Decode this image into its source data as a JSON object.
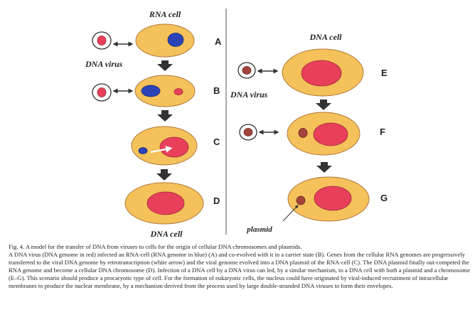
{
  "figure": {
    "labels": {
      "rna_cell": "RNA cell",
      "dna_cell_bottom": "DNA cell",
      "dna_cell_right": "DNA cell",
      "dna_virus_left": "DNA virus",
      "dna_virus_right": "DNA virus",
      "plasmid": "plasmid"
    },
    "panels": [
      "A",
      "B",
      "C",
      "D",
      "E",
      "F",
      "G"
    ],
    "colors": {
      "cytoplasm": "#f5c15a",
      "cell_outline": "#b07a3c",
      "dna_genome": "#e8405a",
      "rna_genome": "#2a44b8",
      "virus_dna": "#a3423a",
      "arrow": "#333333"
    }
  },
  "caption": {
    "title": "Fig. 4. A model for the transfer of DNA from viruses to cells for the origin of cellular DNA chromosomes and plasmids.",
    "body": "A DNA virus (DNA genome in red) infected an RNA-cell (RNA genome in blue) (A) and co-evolved with it in a carrier state (B). Genes from the cellular RNA genomes are progressively transferred to the viral DNA genome by retrotranscription (white arrow) and the viral genome evolved into a DNA plasmid of the RNA-cell (C). The DNA plasmid finally out-competed the RNA genome and become a cellular DNA chromosome (D). Infection of a DNA cell by a DNA virus can led, by a similar mechanism, to a DNA cell with both a plasmid and a chromosome (E–G). This scenario should produce a procaryotic type of cell. For the formation of eukaryotic cells, the nucleus could have originated by viral-induced recruitment of intracellular membranes to produce the nuclear membrane, by a mechanism derived from the process used by large double-stranded DNA viruses to form their envelopes."
  }
}
